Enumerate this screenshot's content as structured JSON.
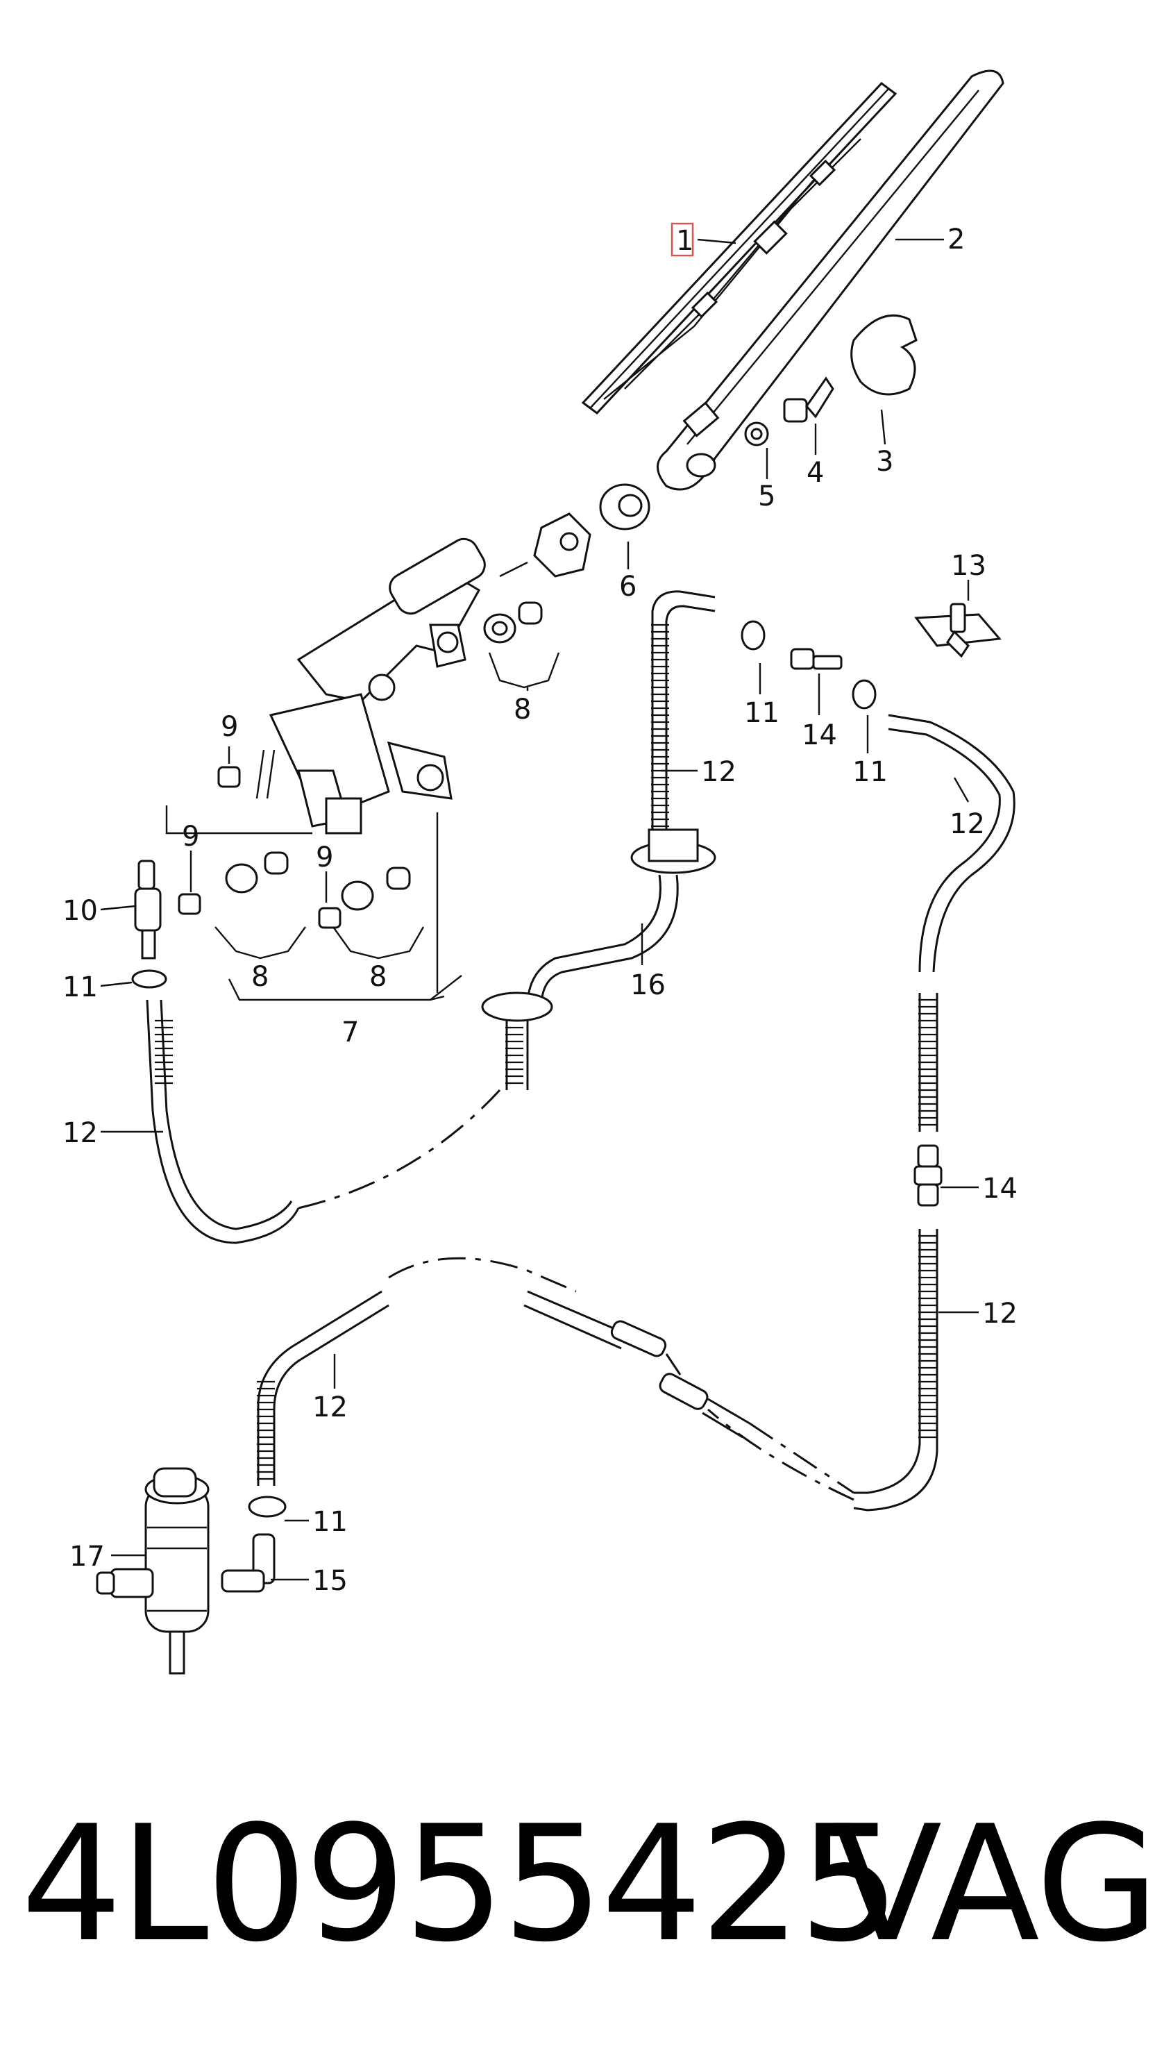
{
  "callouts": {
    "c1": "1",
    "c2": "2",
    "c3": "3",
    "c4": "4",
    "c5": "5",
    "c6": "6",
    "c7": "7",
    "c8a": "8",
    "c8b": "8",
    "c8c": "8",
    "c9a": "9",
    "c9b": "9",
    "c9c": "9",
    "c10": "10",
    "c11a": "11",
    "c11b": "11",
    "c11c": "11",
    "c11d": "11",
    "c12a": "12",
    "c12b": "12",
    "c12c": "12",
    "c12d": "12",
    "c12e": "12",
    "c13": "13",
    "c14a": "14",
    "c14b": "14",
    "c15": "15",
    "c16": "16",
    "c17": "17"
  },
  "highlight_color": "#e05050",
  "footer": {
    "part_number": "4L0955425",
    "brand": "VAG"
  }
}
